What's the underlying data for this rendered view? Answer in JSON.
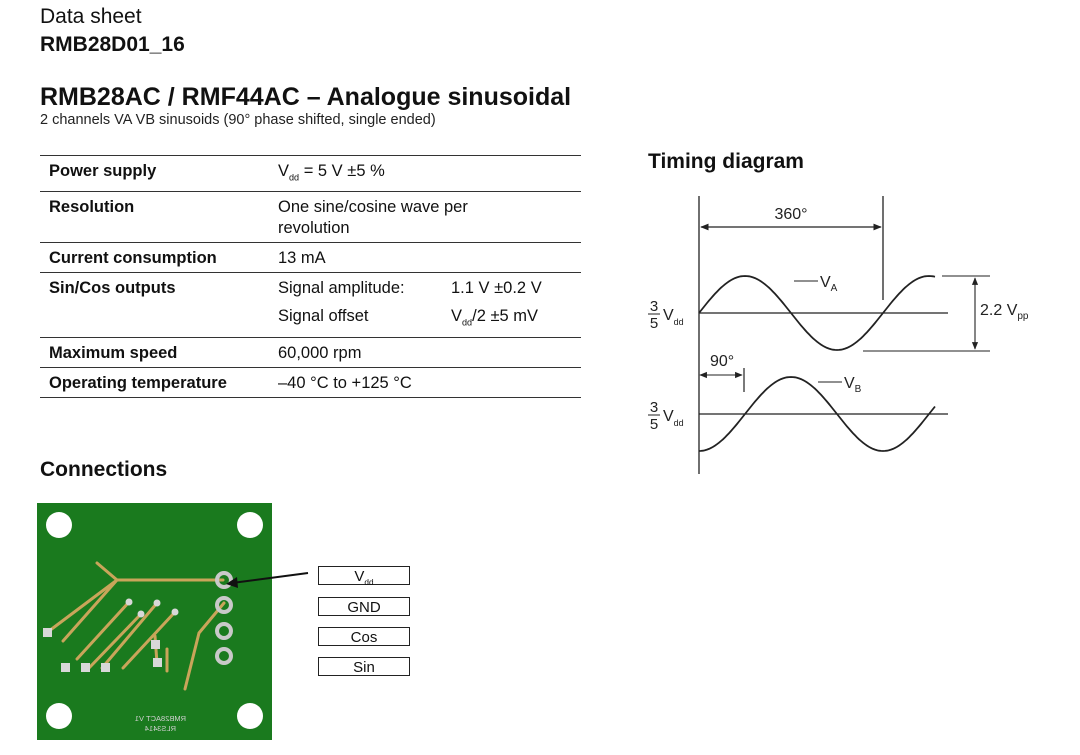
{
  "header": {
    "doc_type": "Data sheet",
    "doc_id": "RMB28D01_16"
  },
  "title": "RMB28AC / RMF44AC – Analogue sinusoidal",
  "subtitle": "2 channels VA VB sinusoids (90° phase shifted, single ended)",
  "specs": {
    "power_supply": {
      "label": "Power supply",
      "value_main": "V",
      "value_sub": "dd",
      "value_rest": " = 5 V ±5 %"
    },
    "resolution": {
      "label": "Resolution",
      "value_line1": "One sine/cosine wave per",
      "value_line2": "revolution"
    },
    "current": {
      "label": "Current consumption",
      "value": "13 mA"
    },
    "outputs": {
      "label": "Sin/Cos outputs",
      "amp_label": "Signal amplitude:",
      "amp_value": "1.1 V ±0.2 V",
      "offset_label": "Signal offset",
      "offset_main": "V",
      "offset_sub": "dd",
      "offset_rest": "/2 ±5 mV"
    },
    "speed": {
      "label": "Maximum speed",
      "value": "60,000 rpm"
    },
    "temperature": {
      "label": "Operating temperature",
      "value": "–40 °C to +125 °C"
    }
  },
  "timing": {
    "heading": "Timing diagram",
    "period_label": "360°",
    "phase_label": "90°",
    "amplitude_main": "2.2 V",
    "amplitude_sub": "pp",
    "va_main": "V",
    "va_sub": "A",
    "vb_main": "V",
    "vb_sub": "B",
    "frac_num": "3",
    "frac_den": "5",
    "ref_main": "V",
    "ref_sub": "dd"
  },
  "connections": {
    "heading": "Connections",
    "pins": [
      {
        "main": "V",
        "sub": "dd"
      },
      {
        "main": "GND",
        "sub": ""
      },
      {
        "main": "Cos",
        "sub": ""
      },
      {
        "main": "Sin",
        "sub": ""
      }
    ],
    "pcb_label_1": "RMB28ACT V1",
    "pcb_label_2": "RLS3414"
  },
  "colors": {
    "pcb_green": "#1a7a1e",
    "pcb_trace": "#c9a55a",
    "pad_silver": "#bfbfbf"
  }
}
